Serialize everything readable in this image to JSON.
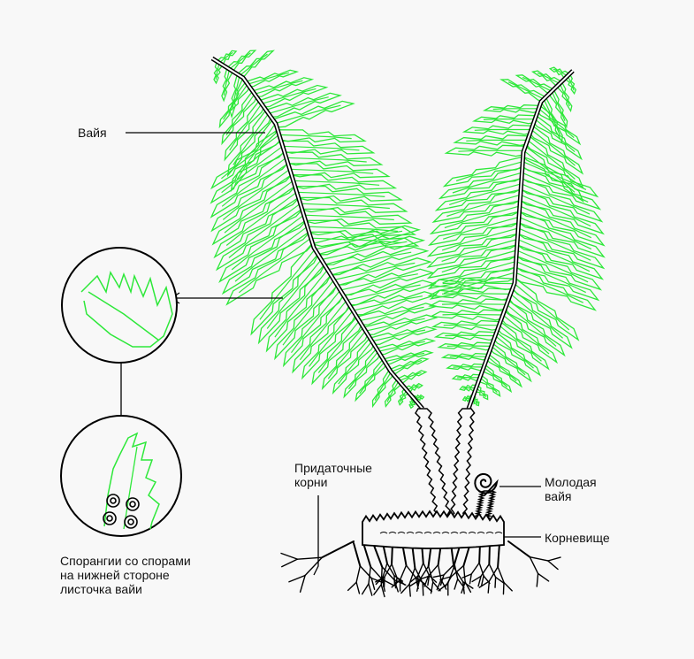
{
  "labels": {
    "frond": "Вайя",
    "adventitious_roots": "Придаточные\nкорни",
    "young_frond": "Молодая\nвайя",
    "rhizome": "Корневище",
    "sporangia": "Спорангии со спорами\nна нижней стороне\nлисточка вайи"
  },
  "colors": {
    "leaf": "#2ee83a",
    "line": "#000000",
    "background": "#f8f8f8"
  }
}
